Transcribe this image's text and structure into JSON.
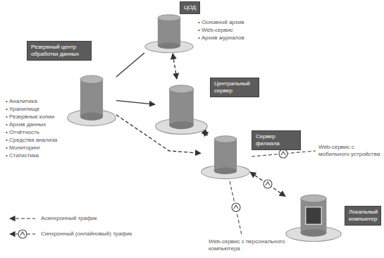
{
  "diagram": {
    "nodes": [
      {
        "text": [
          "ЦОД",
          "• Основной архив",
          "• Web-сервис",
          "• Архив журналов"
        ]
      },
      {
        "text": [
          "Резервный центр обработки данных",
          "• Аналитика",
          "• Хранилище",
          "• Резервные копии",
          "• Архив данных",
          "• Отчётность",
          "• Средства анализа",
          "• Мониторинг",
          "• Статистика"
        ]
      },
      {
        "text": [
          "Центральный сервер"
        ]
      },
      {
        "text": [
          "Сервер филиала"
        ]
      },
      {
        "text": [
          "Локальный компьютер"
        ]
      }
    ],
    "edges": [
      {
        "from": 0,
        "to": 1,
        "arrow": "none"
      },
      {
        "from": 0,
        "to": 2,
        "arrow": "both"
      },
      {
        "from": 1,
        "to": 2,
        "arrow": "to"
      },
      {
        "from": 1,
        "to": 3,
        "arrow": "to"
      },
      {
        "from": 2,
        "to": 3,
        "arrow": "both"
      },
      {
        "from": 3,
        "to": 4,
        "arrow": "both"
      }
    ],
    "labels": [
      "Web-сервис с мобильного устройства",
      "Web-сервис с персонального компьютера"
    ],
    "legend": [
      {
        "text": "Асинхронный трафик"
      },
      {
        "text": "Синхронный (онлайновый) трафик"
      }
    ]
  }
}
